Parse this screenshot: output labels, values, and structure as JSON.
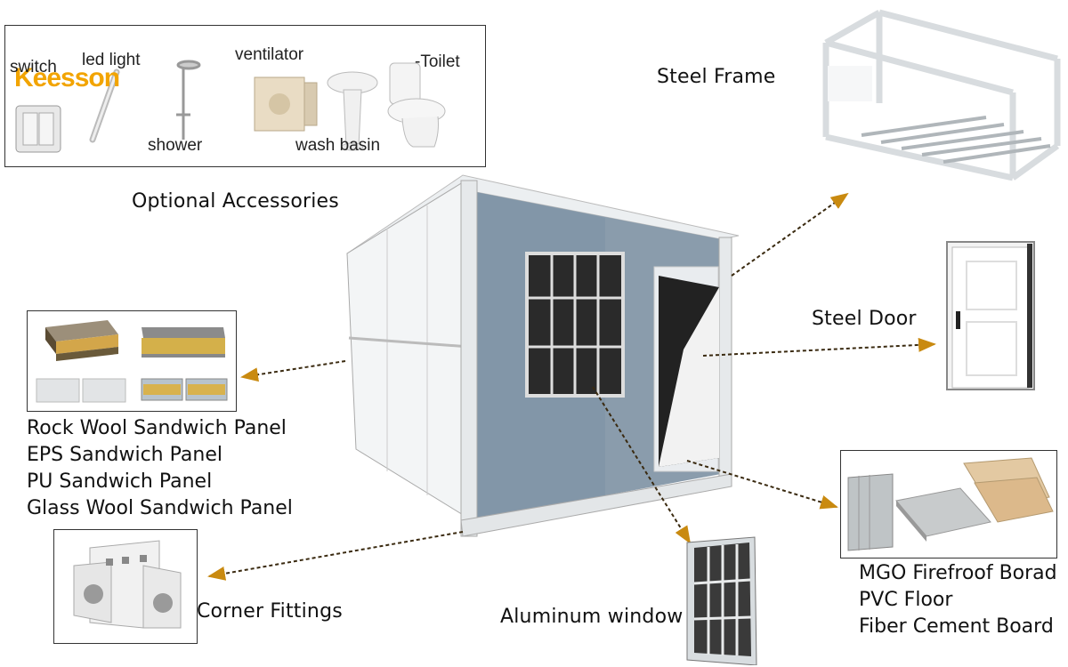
{
  "accessories": {
    "title": "Optional Accessories",
    "brand": "Keesson",
    "items": {
      "switch": "switch",
      "led_light": "led light",
      "shower": "shower",
      "ventilator": "ventilator",
      "wash_basin": "wash basin",
      "toilet": "-Toilet"
    }
  },
  "callouts": {
    "steel_frame": "Steel Frame",
    "steel_door": "Steel Door",
    "corner_fittings": "Corner Fittings",
    "aluminum_window": "Aluminum window"
  },
  "panels": {
    "items": [
      "Rock Wool Sandwich Panel",
      "EPS Sandwich Panel",
      "PU Sandwich Panel",
      "Glass Wool Sandwich Panel"
    ]
  },
  "boards": {
    "items": [
      "MGO Firefroof Borad",
      "PVC Floor",
      "Fiber Cement Board"
    ]
  }
}
